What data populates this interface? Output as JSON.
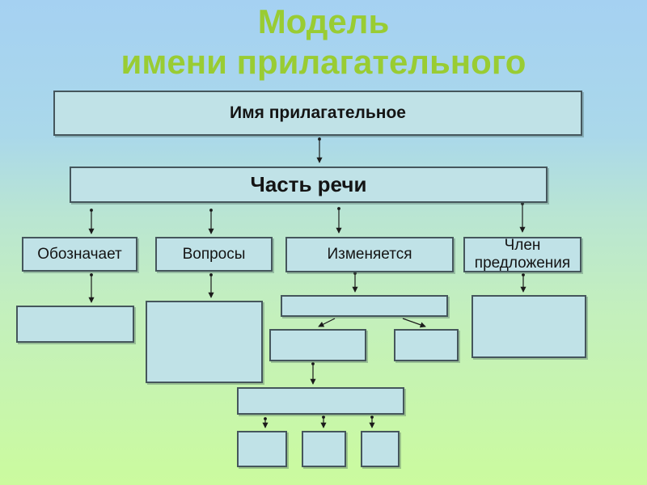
{
  "title": {
    "line1": "Модель",
    "line2": "имени прилагательного"
  },
  "boxes": {
    "adjective": "Имя прилагательное",
    "part_of_speech": "Часть речи",
    "denotes": "Обозначает",
    "questions": "Вопросы",
    "changes": "Изменяется",
    "member": "Член предложения"
  },
  "empty_placeholder_boxes": 10,
  "colors": {
    "title_text": "#99cc33",
    "box_fill": "#c0e2e7",
    "box_border": "#45565c",
    "arrow": "#1b1b1b",
    "background_top": "#a5d1f2",
    "background_bottom": "#cbfb9e"
  }
}
